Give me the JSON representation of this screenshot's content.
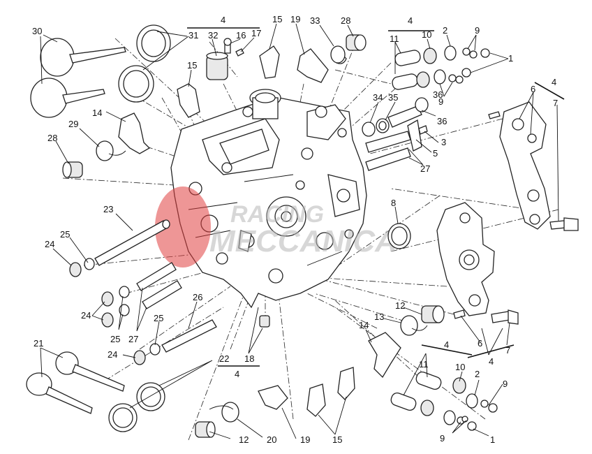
{
  "watermark": {
    "line1": "RACING",
    "line2": "MECCANICA",
    "logo_color": "#e0403f"
  },
  "callouts": {
    "c30": "30",
    "c31": "31",
    "c4_top": "4",
    "c32": "32",
    "c16": "16",
    "c17": "17",
    "c15_top": "15",
    "c19_top": "19",
    "c33": "33",
    "c28_top": "28",
    "c4_tr": "4",
    "c11_tr": "11",
    "c10_tr": "10",
    "c2_tr": "2",
    "c9_tr_a": "9",
    "c1_tr": "1",
    "c9_tr_b": "9",
    "c4_right": "4",
    "c6_right": "6",
    "c7_right": "7",
    "c15_left": "15",
    "c14_left": "14",
    "c29": "29",
    "c28_left": "28",
    "c34": "34",
    "c35": "35",
    "c36_a": "36",
    "c36_b": "36",
    "c3": "3",
    "c5": "5",
    "c27_right": "27",
    "c8": "8",
    "c23": "23",
    "c25_a": "25",
    "c24_a": "24",
    "c24_b": "24",
    "c25_b": "25",
    "c27_left": "27",
    "c26": "26",
    "c25_c": "25",
    "c24_c": "24",
    "c12_mid": "12",
    "c13": "13",
    "c14_mid": "14",
    "c6_mid": "6",
    "c4_mid": "4",
    "c7_mid": "7",
    "c21": "21",
    "c22": "22",
    "c4_bl": "4",
    "c18": "18",
    "c4_br": "4",
    "c11_br": "11",
    "c10_br": "10",
    "c2_br": "2",
    "c9_br_a": "9",
    "c9_br_b": "9",
    "c1_br": "1",
    "c12_bot": "12",
    "c20": "20",
    "c19_bot": "19",
    "c15_bot": "15"
  }
}
